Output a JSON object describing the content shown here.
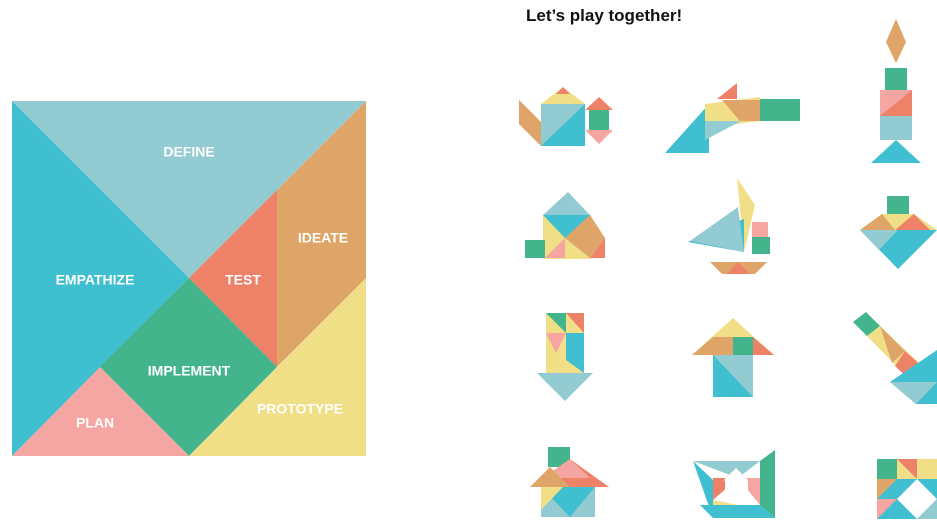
{
  "heading": "Let’s play together!",
  "colors": {
    "define": "#92CBD1",
    "empathize": "#3FBFCF",
    "ideate": "#DFA467",
    "test": "#EE8269",
    "implement": "#43B48C",
    "prototype": "#F0DF87",
    "plan": "#F5A6A3"
  },
  "tangram": {
    "define_label": "DEFINE",
    "empathize_label": "EMPATHIZE",
    "ideate_label": "IDEATE",
    "test_label": "TEST",
    "implement_label": "IMPLEMENT",
    "prototype_label": "PROTOTYPE",
    "plan_label": "PLAN"
  },
  "figures": [
    {
      "name": "teapot"
    },
    {
      "name": "plane"
    },
    {
      "name": "candle"
    },
    {
      "name": "house-bridge"
    },
    {
      "name": "sailboat"
    },
    {
      "name": "spinning-top"
    },
    {
      "name": "arrow-down"
    },
    {
      "name": "house-arrow"
    },
    {
      "name": "person-bending"
    },
    {
      "name": "house-small"
    },
    {
      "name": "pinwheel"
    },
    {
      "name": "square-frame"
    }
  ]
}
